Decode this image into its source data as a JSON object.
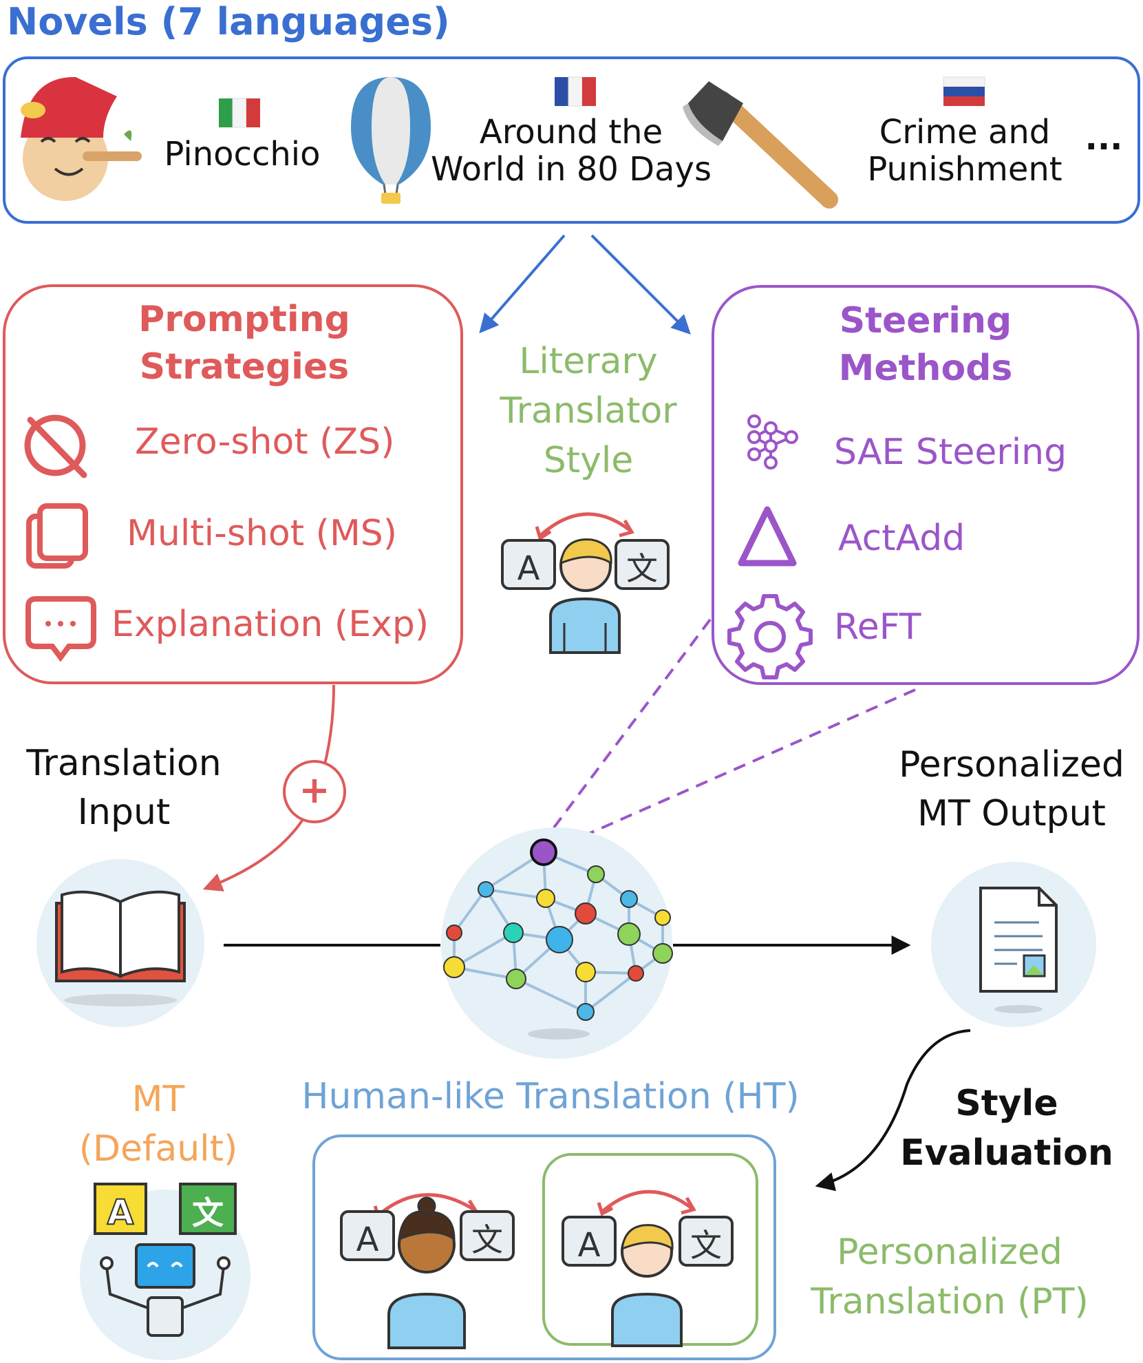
{
  "novels": {
    "title": "Novels (7 languages)",
    "items": [
      {
        "title": "Pinocchio",
        "flag": "italy-flag",
        "icon": "pinocchio-icon"
      },
      {
        "title_line1": "Around the",
        "title_line2": "World in 80 Days",
        "flag": "france-flag",
        "icon": "hot-air-balloon-icon"
      },
      {
        "title_line1": "Crime and",
        "title_line2": "Punishment",
        "flag": "russia-flag",
        "icon": "axe-icon"
      }
    ],
    "more": "..."
  },
  "prompting": {
    "title_line1": "Prompting",
    "title_line2": "Strategies",
    "items": [
      {
        "label": "Zero-shot (ZS)",
        "icon": "prohibited-icon"
      },
      {
        "label": "Multi-shot (MS)",
        "icon": "stacked-cards-icon"
      },
      {
        "label": "Explanation (Exp)",
        "icon": "chat-bubble-icon"
      }
    ],
    "plus": "+"
  },
  "literary": {
    "line1": "Literary",
    "line2": "Translator",
    "line3": "Style",
    "icon": "translator-icon"
  },
  "steering": {
    "title_line1": "Steering",
    "title_line2": "Methods",
    "items": [
      {
        "label": "SAE Steering",
        "icon": "network-nodes-icon"
      },
      {
        "label": "ActAdd",
        "icon": "delta-icon"
      },
      {
        "label": "ReFT",
        "icon": "gear-icon"
      }
    ]
  },
  "flow": {
    "input_line1": "Translation",
    "input_line2": "Input",
    "output_line1": "Personalized",
    "output_line2": "MT Output",
    "style_eval_line1": "Style",
    "style_eval_line2": "Evaluation"
  },
  "bottom": {
    "mt_line1": "MT",
    "mt_line2": "(Default)",
    "ht": "Human-like Translation (HT)",
    "pt_line1": "Personalized",
    "pt_line2": "Translation (PT)"
  },
  "colors": {
    "blue": "#3a6fd1",
    "red": "#df5a5a",
    "green": "#8cbb6a",
    "purple": "#9b55c9",
    "orange": "#f4a55a",
    "lightblue": "#6fa3d6"
  }
}
